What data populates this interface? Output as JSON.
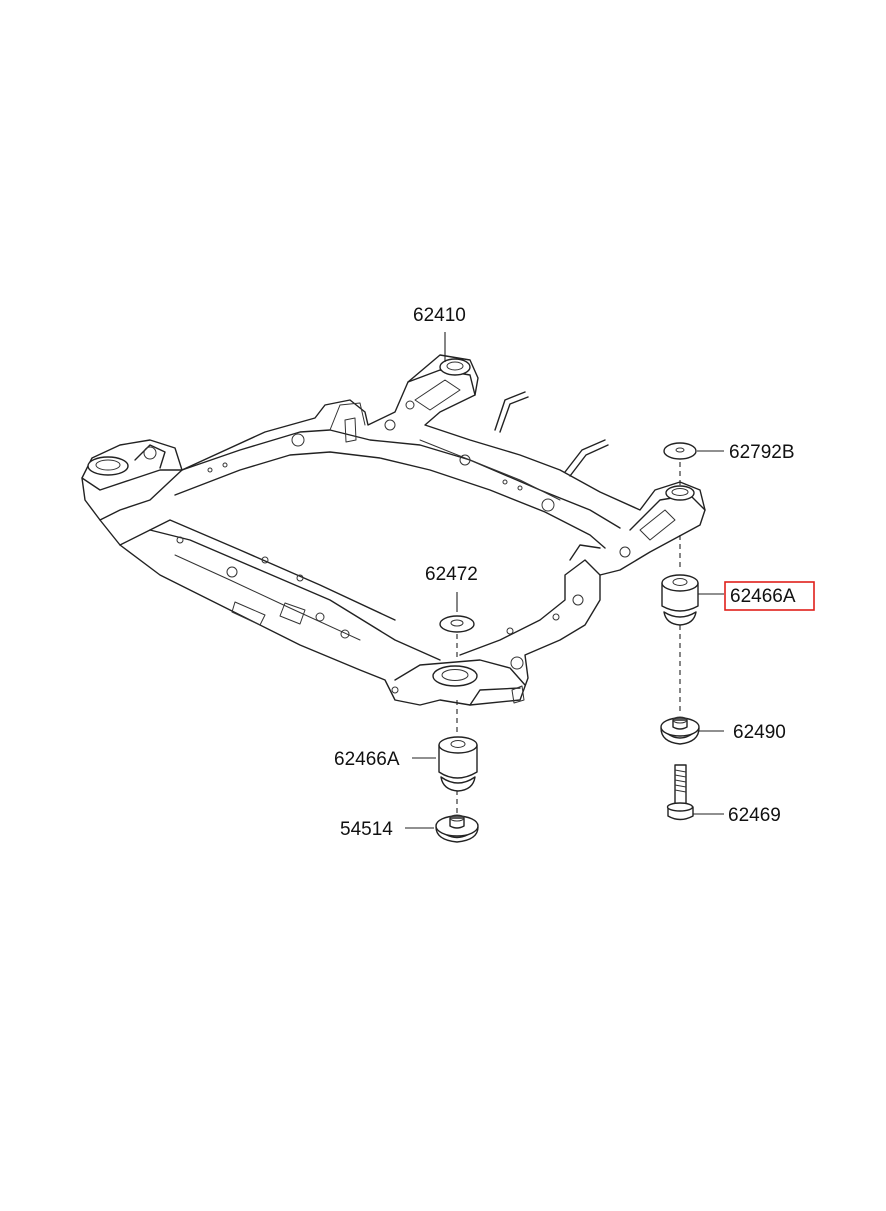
{
  "labels": {
    "p62410": "62410",
    "p62792b": "62792B",
    "p62466a_right": "62466A",
    "p62472": "62472",
    "p62466a_left": "62466A",
    "p62490": "62490",
    "p62469": "62469",
    "p54514": "54514"
  },
  "highlight_color": "#e0201b"
}
